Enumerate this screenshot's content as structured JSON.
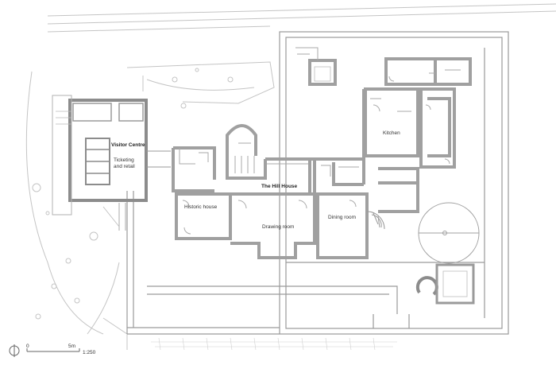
{
  "rooms": {
    "visitor_centre": "Visitor Centre",
    "ticketing_line1": "Ticketing",
    "ticketing_line2": "and retail",
    "hill_house": "The Hill House",
    "kitchen": "Kitchen",
    "historic_house": "Historic house",
    "drawing_room": "Drawing room",
    "dining_room": "Dining room"
  },
  "scale": {
    "zero": "0",
    "five": "5m",
    "ratio": "1:250"
  },
  "colors": {
    "wall": "#aaaaaa",
    "line": "#9a9a9a",
    "light": "#c8c8c8",
    "ink": "#333333"
  }
}
